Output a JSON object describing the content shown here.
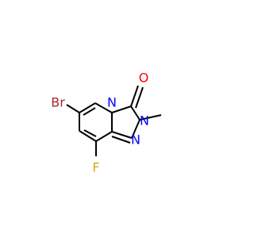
{
  "molecule": {
    "atoms": {
      "br": {
        "label": "Br",
        "color": "#a52a2a"
      },
      "f": {
        "label": "F",
        "color": "#daa520"
      },
      "o": {
        "label": "O",
        "color": "#ff0000"
      },
      "n4": {
        "label": "N",
        "color": "#0000ff"
      },
      "n2": {
        "label": "N",
        "color": "#0000ff"
      },
      "n1": {
        "label": "N",
        "color": "#0000ff"
      }
    },
    "bond_color": "#000000",
    "heteroatom_colors": {
      "N": "#0000ff",
      "O": "#ff0000",
      "F": "#daa520",
      "Br": "#a52a2a"
    }
  }
}
